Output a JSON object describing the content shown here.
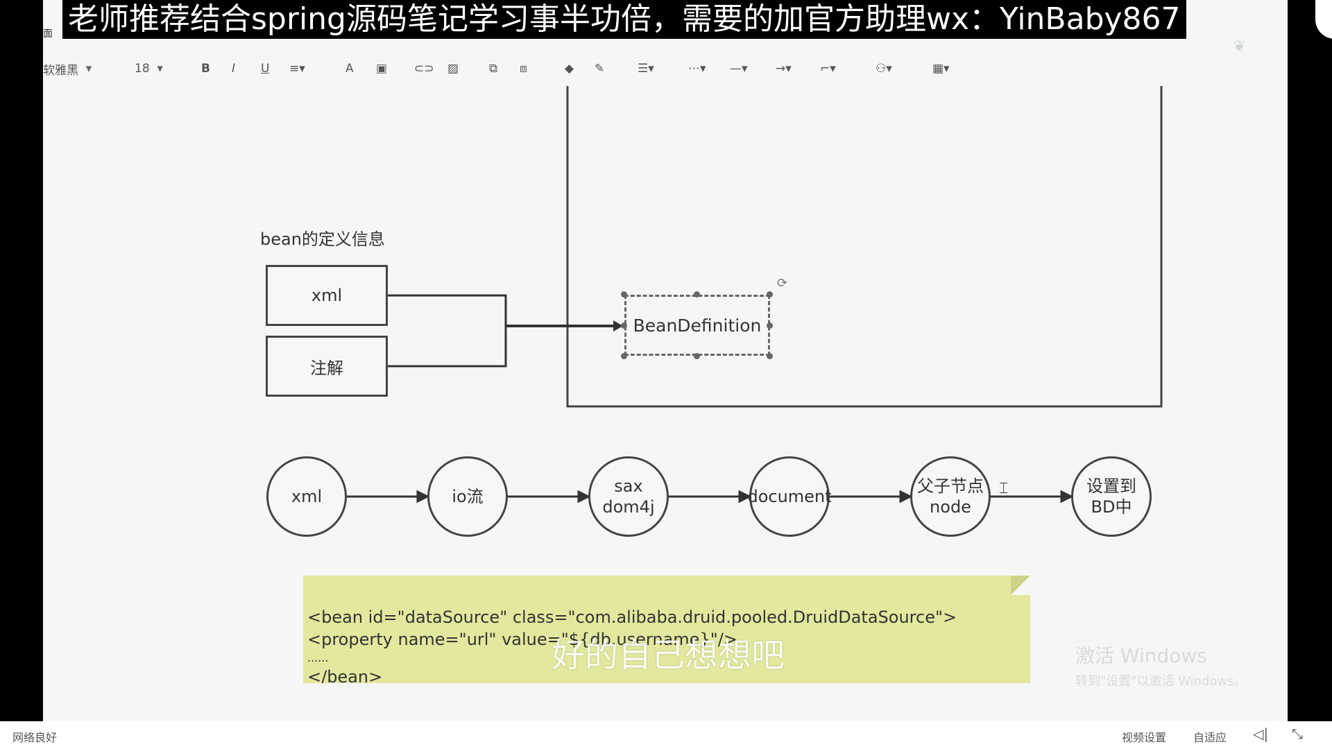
{
  "banner": {
    "text": "老师推荐结合spring源码笔记学习事半功倍，需要的加官方助理wx：YinBaby867"
  },
  "left_edge": {
    "text": "面"
  },
  "toolbar": {
    "font_name": "软雅黑",
    "font_size": "18",
    "icons": [
      "bold-icon",
      "italic-icon",
      "underline-icon",
      "align-icon",
      "font-color-icon",
      "font-bg-icon",
      "link-icon",
      "image-icon",
      "group-icon",
      "ungroup-icon",
      "fill-icon",
      "pen-icon",
      "line-style-icon",
      "line-width-icon",
      "line-dash-icon",
      "arrow-end-icon",
      "connector-icon",
      "arrange-icon",
      "table-icon"
    ]
  },
  "diagram": {
    "section_title": "bean的定义信息",
    "sources": [
      "xml",
      "注解"
    ],
    "target": "BeanDefinition",
    "flow": [
      [
        "xml"
      ],
      [
        "io流"
      ],
      [
        "sax",
        "dom4j"
      ],
      [
        "document"
      ],
      [
        "父子节点",
        "node"
      ],
      [
        "设置到",
        "BD中"
      ]
    ]
  },
  "note": {
    "lines": [
      "<bean id=\"dataSource\" class=\"com.alibaba.druid.pooled.DruidDataSource\">",
      "<property name=\"url\" value=\"${db.username}\"/>",
      "......",
      "</bean>"
    ]
  },
  "subtitle": "好的自己想想吧",
  "watermark": {
    "title": "激活 Windows",
    "subtitle": "转到\"设置\"以激活 Windows。"
  },
  "statusbar": {
    "network": "网络良好",
    "video_settings": "视频设置",
    "adaptive": "自适应"
  },
  "colors": {
    "note_bg": "#e4e89e",
    "stroke": "#444444",
    "canvas_bg": "#f5f6f5"
  }
}
